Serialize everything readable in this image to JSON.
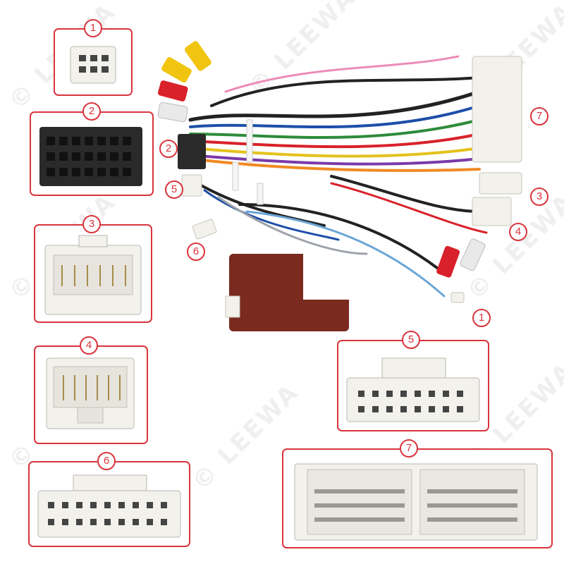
{
  "watermark_text": "© LEEWA",
  "callouts": [
    {
      "number": "1"
    },
    {
      "number": "2"
    },
    {
      "number": "3"
    },
    {
      "number": "4"
    },
    {
      "number": "5"
    },
    {
      "number": "6"
    },
    {
      "number": "7"
    }
  ],
  "harness_labels": {
    "1": "1",
    "2": "2",
    "3": "3",
    "4": "4",
    "5": "5",
    "6": "6",
    "7": "7"
  },
  "colors": {
    "frame": "#d9343c",
    "connector_white": "#f2f1ec",
    "connector_black": "#2a2a2a",
    "rca_yellow": "#f1c40f",
    "rca_red": "#d8212a",
    "rca_white": "#e9e9e9",
    "decoder_box": "#7a2a1e"
  }
}
